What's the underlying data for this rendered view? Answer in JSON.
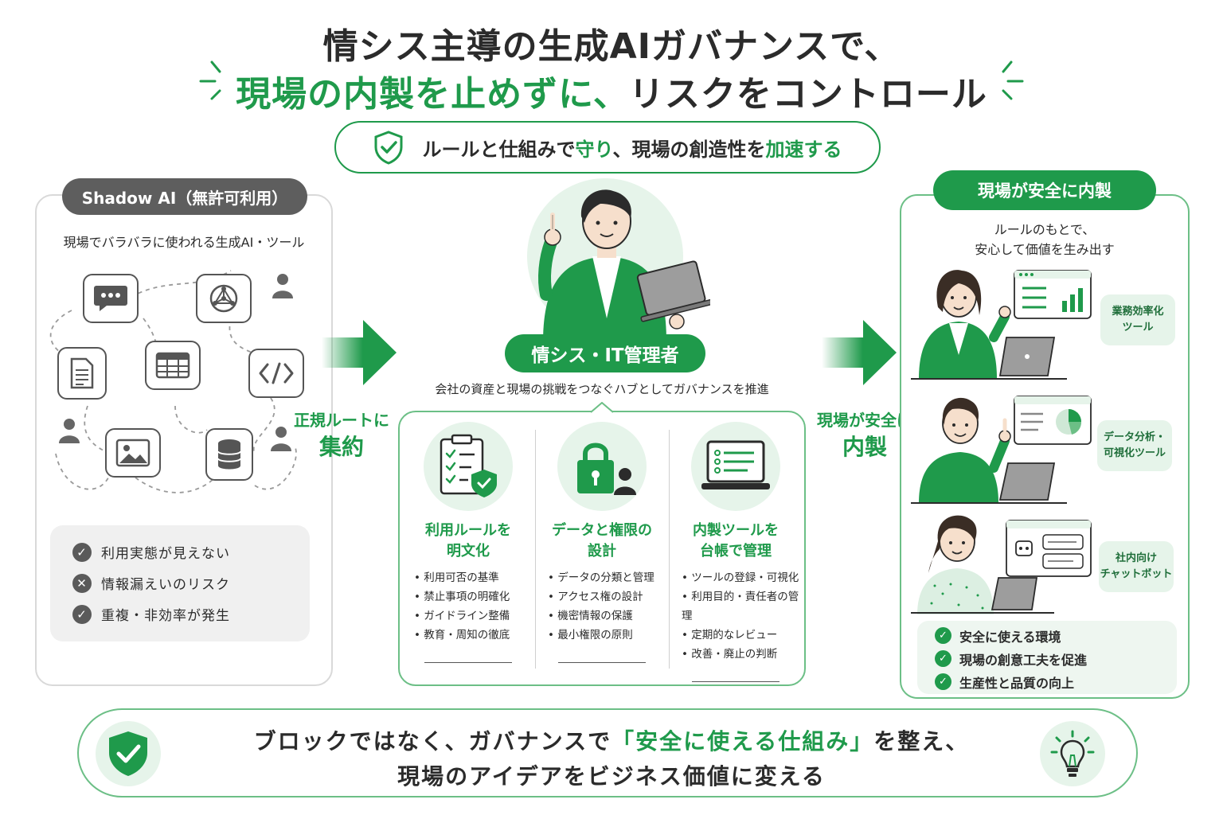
{
  "title": {
    "line1": "情シス主導の生成AIガバナンスで、",
    "line2_accent": "現場の内製を止めずに、",
    "line2_rest": "リスクをコントロール"
  },
  "subtitle": {
    "part1": "ルールと仕組みで",
    "accent1": "守り",
    "part2": "、現場の創造性を",
    "accent2": "加速する"
  },
  "left_panel": {
    "tag": "Shadow AI（無許可利用）",
    "subtitle": "現場でバラバラに使われる生成AI・ツール",
    "issues": [
      {
        "icon": "check",
        "label": "利用実態が見えない"
      },
      {
        "icon": "x",
        "label": "情報漏えいのリスク"
      },
      {
        "icon": "check",
        "label": "重複・非効率が発生"
      }
    ]
  },
  "arrow_left": {
    "line1": "正規ルートに",
    "line2": "集約"
  },
  "center": {
    "tag": "情シス・IT管理者",
    "subtitle": "会社の資産と現場の挑戦をつなぐハブとしてガバナンスを推進",
    "columns": [
      {
        "title1": "利用ルールを",
        "title2": "明文化",
        "items": [
          "利用可否の基準",
          "禁止事項の明確化",
          "ガイドライン整備",
          "教育・周知の徹底"
        ]
      },
      {
        "title1": "データと権限の",
        "title2": "設計",
        "items": [
          "データの分類と管理",
          "アクセス権の設計",
          "機密情報の保護",
          "最小権限の原則"
        ]
      },
      {
        "title1": "内製ツールを",
        "title2": "台帳で管理",
        "items": [
          "ツールの登録・可視化",
          "利用目的・責任者の管理",
          "定期的なレビュー",
          "改善・廃止の判断"
        ]
      }
    ]
  },
  "arrow_right": {
    "line1": "現場が安全に",
    "line2": "内製"
  },
  "right_panel": {
    "tag": "現場が安全に内製",
    "subtitle1": "ルールのもとで、",
    "subtitle2": "安心して価値を生み出す",
    "bubbles": [
      {
        "line1": "業務効率化",
        "line2": "ツール"
      },
      {
        "line1": "データ分析・",
        "line2": "可視化ツール"
      },
      {
        "line1": "社内向け",
        "line2": "チャットボット"
      }
    ],
    "benefits": [
      "安全に使える環境",
      "現場の創意工夫を促進",
      "生産性と品質の向上"
    ]
  },
  "bottom": {
    "line1_part1": "ブロックではなく、ガバナンスで",
    "line1_accent": "「安全に使える仕組み」",
    "line1_part2": "を整え、",
    "line2": "現場のアイデアをビジネス価値に変える"
  },
  "colors": {
    "accent": "#1f9a4b",
    "dark": "#5e5e5e",
    "light_green": "#e6f4ea"
  }
}
